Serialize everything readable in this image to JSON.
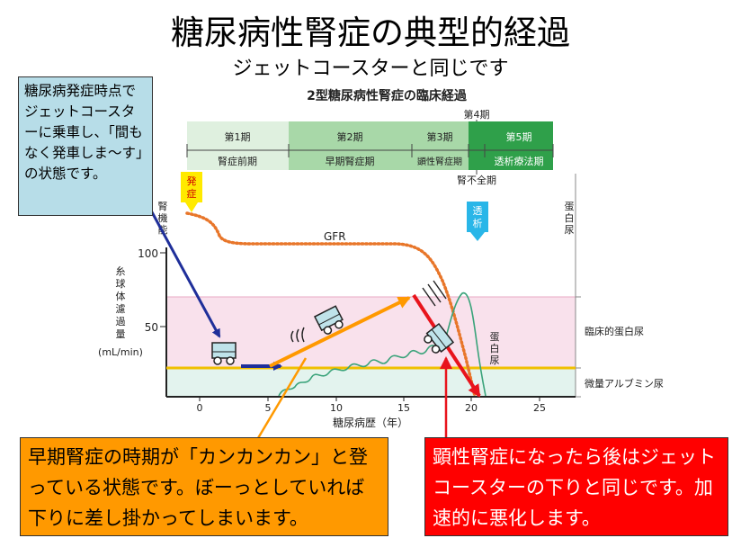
{
  "title": "糖尿病性腎症の典型的経過",
  "subtitle": "ジェットコースターと同じです",
  "diagram": {
    "title": "2型糖尿病性腎症の臨床経過",
    "stages_top": [
      "第1期",
      "第2期",
      "第3期",
      "第5期"
    ],
    "stage4_label": "第4期",
    "stages_bottom": [
      "腎症前期",
      "早期腎症期",
      "顕性腎症期",
      "透析療法期"
    ],
    "renal_failure_label": "腎不全期",
    "onset_label": "発症",
    "dialysis_label": "透析",
    "renal_function_label": "腎機能",
    "proteinuria_right_label": "蛋白尿",
    "gfr_label": "GFR",
    "y_axis_label": "糸球体濾過量",
    "y_axis_unit": "(mL/min)",
    "y_ticks": [
      "100",
      "50"
    ],
    "x_ticks": [
      "0",
      "5",
      "10",
      "15",
      "20",
      "25"
    ],
    "x_axis_label": "糖尿病歴（年）",
    "clinical_proteinuria_label": "臨床的蛋白尿",
    "microalbuminuria_label": "微量アルブミン尿",
    "proteinuria_curve_label": "蛋白尿"
  },
  "callouts": {
    "blue": "糖尿病発症時点でジェットコースターに乗車し、「間もなく発車しま～す」の状態です。",
    "orange": "早期腎症の時期が「カンカンカン」と登っている状態です。ぼーっとしていれば下りに差し掛かってしまいます。",
    "red": "顕性腎症になったら後はジェットコースターの下りと同じです。加速的に悪化します。"
  },
  "colors": {
    "callout_blue": "#b7dde8",
    "callout_orange": "#ff9900",
    "callout_red": "#ff0000",
    "stage_light_green": "#dff0df",
    "stage_mid_green": "#a8d8a8",
    "stage_dark_green": "#2fa04a",
    "clinical_proteinuria_band": "#f9e1ec",
    "microalbuminuria_band": "#e3f3ee",
    "gfr_curve": "#e8762a",
    "proteinuria_curve": "#3aa37a",
    "microalbumin_line": "#f0c000",
    "arrow_navy": "#1f2f9a",
    "arrow_orange": "#ff9900",
    "arrow_red": "#e8141c"
  }
}
